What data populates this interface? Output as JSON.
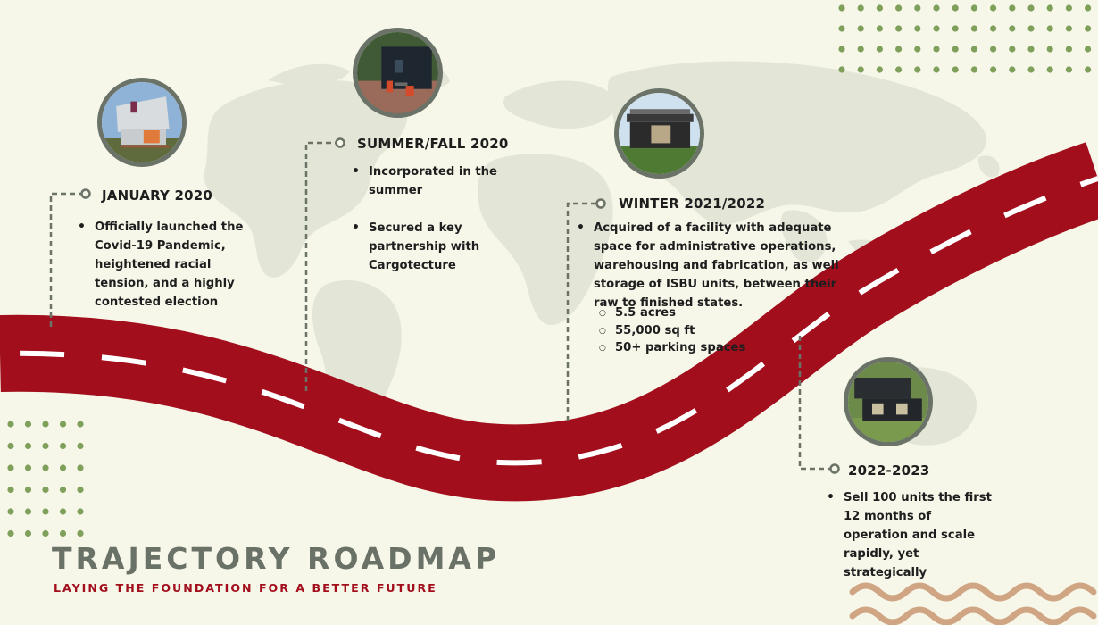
{
  "title": "TRAJECTORY ROADMAP",
  "subtitle": "LAYING THE FOUNDATION FOR A BETTER FUTURE",
  "colors": {
    "background": "#f6f6e9",
    "road": "#a20e1c",
    "dot_green": "#7fa05a",
    "wave_tan": "#d0a584",
    "photo_border": "#6b7368",
    "connector": "#6b7368"
  },
  "milestones": [
    {
      "heading": "JANUARY 2020",
      "bullets": [
        "Officially launched  the Covid-19 Pandemic, heightened racial tension, and a highly contested election"
      ]
    },
    {
      "heading": "SUMMER/FALL 2020",
      "bullets": [
        "Incorporated in the summer",
        "Secured a key partnership with Cargotecture"
      ]
    },
    {
      "heading": "WINTER 2021/2022",
      "bullets": [
        "Acquired of a facility with adequate space for administrative operations, warehousing and fabrication, as well storage of ISBU units, between their raw to finished states."
      ],
      "subbullets": [
        "5.5 acres",
        "55,000 sq ft",
        "50+ parking spaces"
      ]
    },
    {
      "heading": "2022-2023",
      "bullets": [
        "Sell 100 units the first 12 months of operation and scale rapidly, yet strategically"
      ]
    }
  ]
}
